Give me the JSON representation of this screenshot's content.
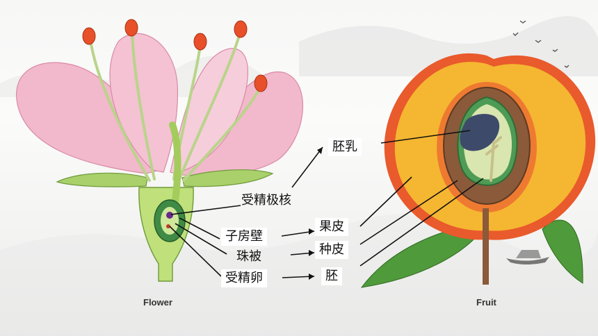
{
  "captions": {
    "flower": "Flower",
    "fruit": "Fruit"
  },
  "labels": {
    "fertilized_polar_nuclei": "受精极核",
    "ovary_wall": "子房壁",
    "integument": "珠被",
    "fertilized_egg": "受精卵",
    "endosperm": "胚乳",
    "pericarp": "果皮",
    "seed_coat": "种皮",
    "embryo": "胚"
  },
  "colors": {
    "petal": "#f2b8cc",
    "stamen_anther": "#e8502a",
    "filament": "#b9d48a",
    "sepal": "#a9d06a",
    "fruit_flesh": "#f5b731",
    "fruit_skin": "#e95a2c",
    "seed_green": "#4e9b55",
    "leaf": "#4f9a3a"
  }
}
